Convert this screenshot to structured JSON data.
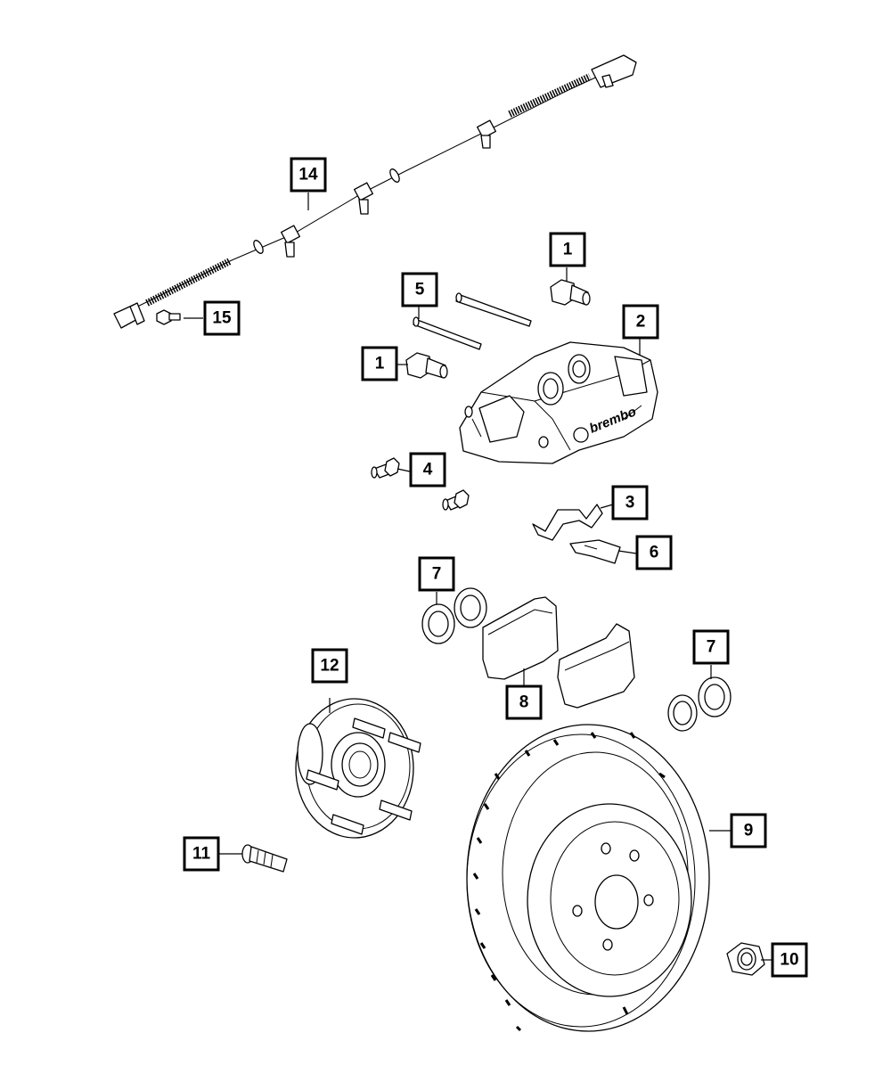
{
  "colors": {
    "line": "#000000",
    "background": "#ffffff"
  },
  "callouts": {
    "c14": "14",
    "c15": "15",
    "c1a": "1",
    "c5": "5",
    "c2": "2",
    "c1b": "1",
    "c4": "4",
    "c3": "3",
    "c6": "6",
    "c7a": "7",
    "c7b": "7",
    "c8": "8",
    "c12": "12",
    "c9": "9",
    "c11": "11",
    "c10": "10"
  },
  "caliper_brand": "brembo",
  "parts": [
    "wheel-speed-sensor-harness",
    "sensor-bolt",
    "caliper-bolt",
    "guide-pin",
    "brake-caliper",
    "bleeder-screw",
    "anti-rattle-clip",
    "pad-retainer",
    "piston-seal",
    "brake-pads",
    "hub-bearing",
    "wheel-stud",
    "brake-rotor",
    "hub-nut"
  ]
}
